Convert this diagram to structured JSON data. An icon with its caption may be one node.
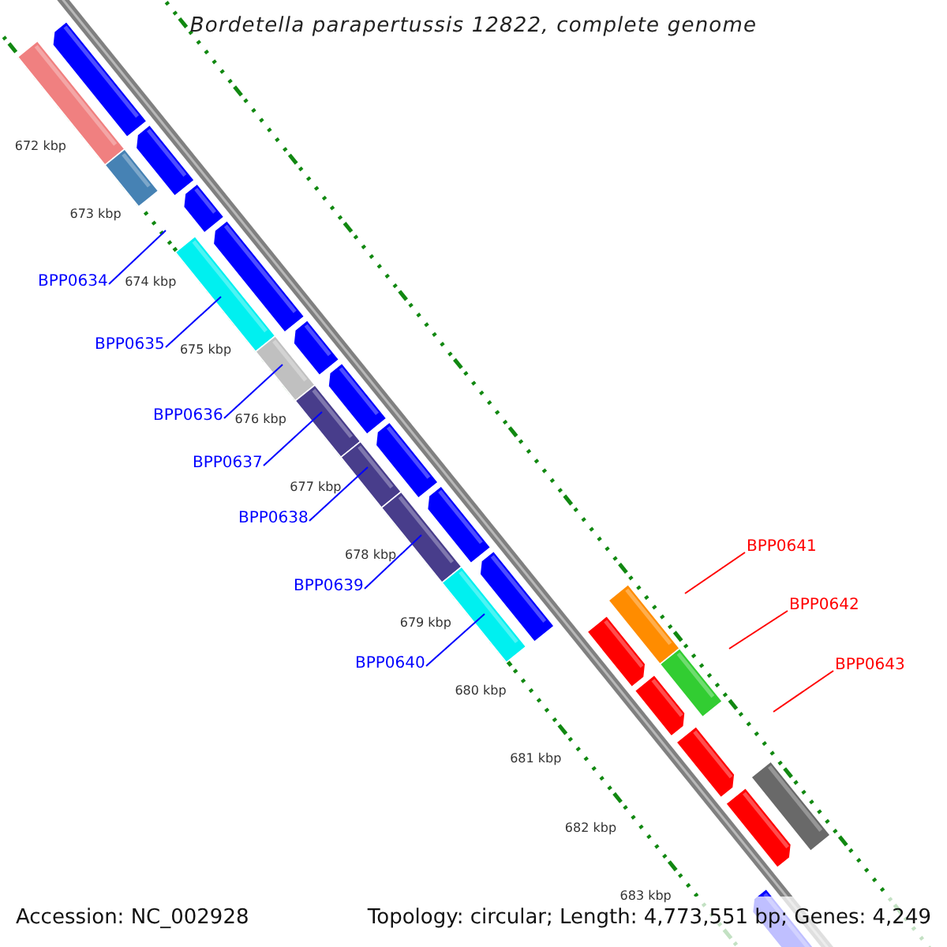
{
  "diagram": {
    "title": "Bordetella parapertussis 12822, complete genome",
    "nodes": [
      {
        "text": [
          "BPP0634"
        ]
      },
      {
        "text": [
          "BPP0635"
        ]
      },
      {
        "text": [
          "BPP0636"
        ]
      },
      {
        "text": [
          "BPP0637"
        ]
      },
      {
        "text": [
          "BPP0638"
        ]
      },
      {
        "text": [
          "BPP0639"
        ]
      },
      {
        "text": [
          "BPP0640"
        ]
      },
      {
        "text": [
          "BPP0641"
        ]
      },
      {
        "text": [
          "BPP0642"
        ]
      },
      {
        "text": [
          "BPP0643"
        ]
      }
    ],
    "edges": [
      {
        "from": 0,
        "to": null,
        "arrow": "none"
      },
      {
        "from": 1,
        "to": null,
        "arrow": "none"
      },
      {
        "from": 2,
        "to": null,
        "arrow": "none"
      },
      {
        "from": 3,
        "to": null,
        "arrow": "none"
      },
      {
        "from": 4,
        "to": null,
        "arrow": "none"
      },
      {
        "from": 5,
        "to": null,
        "arrow": "none"
      },
      {
        "from": 6,
        "to": null,
        "arrow": "none"
      },
      {
        "from": 7,
        "to": null,
        "arrow": "none",
        "color": "#ff0000"
      },
      {
        "from": 8,
        "to": null,
        "arrow": "none",
        "color": "#ff0000"
      },
      {
        "from": 9,
        "to": null,
        "arrow": "none",
        "color": "#ff0000"
      }
    ],
    "labels": [
      "672 kbp",
      "673 kbp",
      "674 kbp",
      "675 kbp",
      "676 kbp",
      "677 kbp",
      "678 kbp",
      "679 kbp",
      "680 kbp",
      "681 kbp",
      "682 kbp",
      "683 kbp",
      "Accession: NC_002928",
      "Topology: circular; Length: 4,773,551 bp; Genes: 4,249"
    ]
  }
}
